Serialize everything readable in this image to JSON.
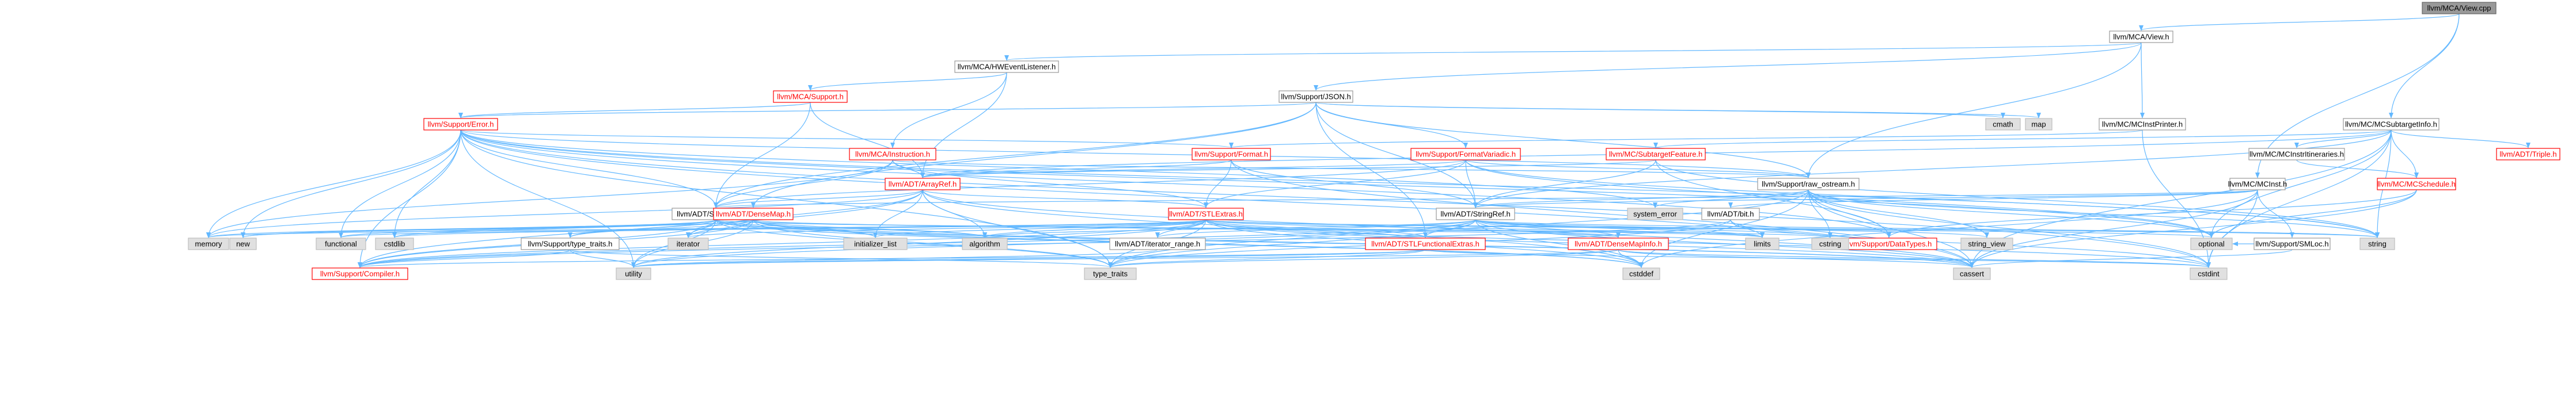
{
  "colors": {
    "edge": "#63B8FF",
    "node_border": "#999999",
    "node_fill": "#ffffff",
    "node_text": "#000000",
    "root_fill": "#999999",
    "external_fill": "#E0E0E0",
    "red_border": "#FF0000",
    "red_text": "#FF0000"
  },
  "nodes": {
    "root": {
      "label": "llvm/MCA/View.cpp"
    },
    "mca_view": {
      "label": "llvm/MCA/View.h"
    },
    "hw_event_listener": {
      "label": "llvm/MCA/HWEventListener.h"
    },
    "support_json": {
      "label": "llvm/Support/JSON.h"
    },
    "mca_support": {
      "label": "llvm/MCA/Support.h"
    },
    "cmath": {
      "label": "cmath"
    },
    "map": {
      "label": "map"
    },
    "mc_inst_printer": {
      "label": "llvm/MC/MCInstPrinter.h"
    },
    "mc_subtarget_info": {
      "label": "llvm/MC/MCSubtargetInfo.h"
    },
    "support_error": {
      "label": "llvm/Support/Error.h"
    },
    "mca_instruction": {
      "label": "llvm/MCA/Instruction.h"
    },
    "support_format": {
      "label": "llvm/Support/Format.h"
    },
    "support_format_variadic": {
      "label": "llvm/Support/FormatVariadic.h"
    },
    "mc_subtarget_feature": {
      "label": "llvm/MC/SubtargetFeature.h"
    },
    "adt_triple": {
      "label": "llvm/ADT/Triple.h"
    },
    "mc_instr_itineraries": {
      "label": "llvm/MC/MCInstrItineraries.h"
    },
    "mc_schedule": {
      "label": "llvm/MC/MCSchedule.h"
    },
    "support_raw_ostream": {
      "label": "llvm/Support/raw_ostream.h"
    },
    "mc_inst": {
      "label": "llvm/MC/MCInst.h"
    },
    "adt_array_ref": {
      "label": "llvm/ADT/ArrayRef.h"
    },
    "adt_small_vector": {
      "label": "llvm/ADT/SmallVector.h"
    },
    "adt_dense_map": {
      "label": "llvm/ADT/DenseMap.h"
    },
    "adt_stl_extras": {
      "label": "llvm/ADT/STLExtras.h"
    },
    "system_error": {
      "label": "system_error"
    },
    "adt_string_ref": {
      "label": "llvm/ADT/StringRef.h"
    },
    "adt_bit": {
      "label": "llvm/ADT/bit.h"
    },
    "support_data_types": {
      "label": "llvm/Support/DataTypes.h"
    },
    "support_smloc": {
      "label": "llvm/Support/SMLoc.h"
    },
    "memory": {
      "label": "memory"
    },
    "new": {
      "label": "new"
    },
    "functional": {
      "label": "functional"
    },
    "cstdlib": {
      "label": "cstdlib"
    },
    "support_type_traits": {
      "label": "llvm/Support/type_traits.h"
    },
    "iterator": {
      "label": "iterator"
    },
    "initializer_list": {
      "label": "initializer_list"
    },
    "algorithm": {
      "label": "algorithm"
    },
    "adt_iterator_range": {
      "label": "llvm/ADT/iterator_range.h"
    },
    "adt_stl_functional_extras": {
      "label": "llvm/ADT/STLFunctionalExtras.h"
    },
    "adt_dense_map_info": {
      "label": "llvm/ADT/DenseMapInfo.h"
    },
    "limits": {
      "label": "limits"
    },
    "cstring": {
      "label": "cstring"
    },
    "string_view": {
      "label": "string_view"
    },
    "optional": {
      "label": "optional"
    },
    "string": {
      "label": "string"
    },
    "support_compiler": {
      "label": "llvm/Support/Compiler.h"
    },
    "utility": {
      "label": "utility"
    },
    "type_traits": {
      "label": "type_traits"
    },
    "cstddef": {
      "label": "cstddef"
    },
    "cassert": {
      "label": "cassert"
    },
    "cstdint": {
      "label": "cstdint"
    }
  }
}
